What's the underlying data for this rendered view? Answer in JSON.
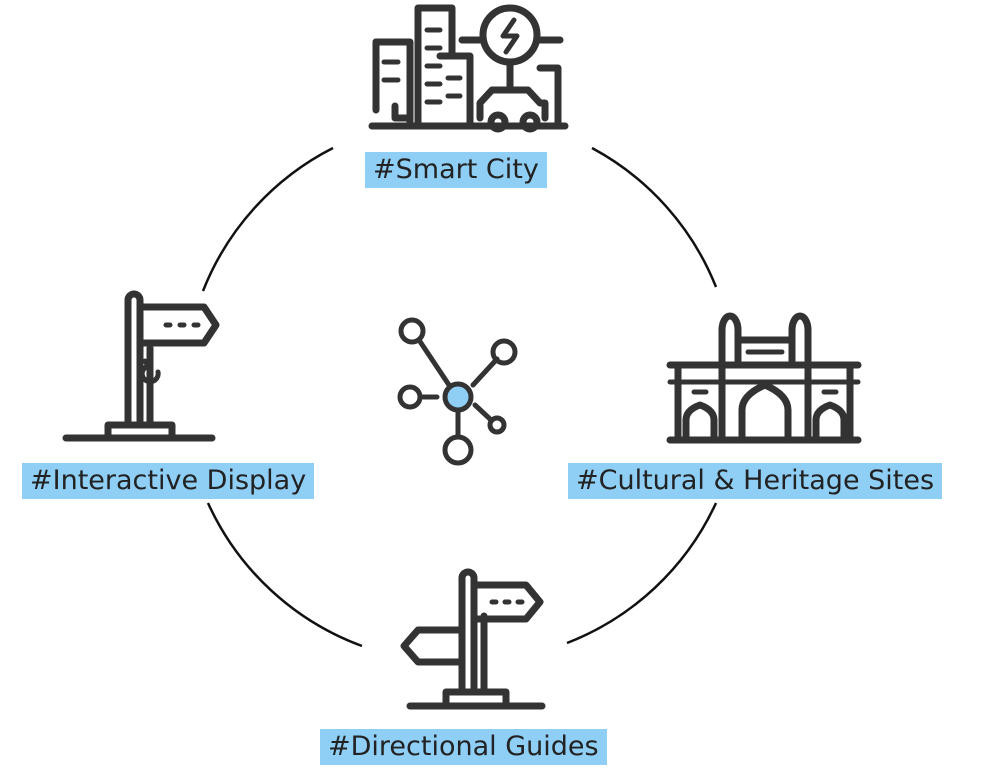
{
  "nodes": [
    {
      "id": "smart-city",
      "label": "#Smart City",
      "icon": "smart-city-icon"
    },
    {
      "id": "cultural-heritage",
      "label": "#Cultural & Heritage Sites",
      "icon": "gateway-monument-icon"
    },
    {
      "id": "directional-guides",
      "label": "#Directional Guides",
      "icon": "directional-signpost-icon"
    },
    {
      "id": "interactive-display",
      "label": "#Interactive Display",
      "icon": "interactive-signpost-icon"
    }
  ],
  "center_icon": "network-hub-icon",
  "colors": {
    "label_bg": "#8fcef5",
    "hub_accent": "#8fcef5",
    "ring": "#111111",
    "icon_stroke": "#333333"
  }
}
